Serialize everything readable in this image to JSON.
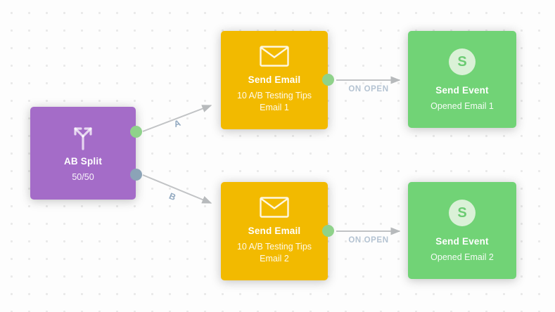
{
  "canvas": {
    "background": "#fdfdfd",
    "dot_color": "#e9e9e9"
  },
  "colors": {
    "split_node": "#a46cc8",
    "email_node": "#f2ba00",
    "event_node": "#71d376",
    "port_green": "#8fd28a",
    "port_gray": "#8ba3b7",
    "edge_line": "#c1c3c5",
    "branch_label": "#93aac1",
    "on_open_label": "#b4c3d2",
    "node_text": "#ffffff"
  },
  "nodes": {
    "ab_split": {
      "title": "AB Split",
      "subtitle": "50/50",
      "icon": "split-arrows-icon"
    },
    "email_1": {
      "title": "Send Email",
      "subtitle_line_1": "10 A/B Testing Tips",
      "subtitle_line_2": "Email 1",
      "icon": "envelope-icon"
    },
    "event_1": {
      "title": "Send Event",
      "subtitle": "Opened Email 1",
      "icon_letter": "S"
    },
    "email_2": {
      "title": "Send Email",
      "subtitle_line_1": "10 A/B Testing Tips",
      "subtitle_line_2": "Email 2",
      "icon": "envelope-icon"
    },
    "event_2": {
      "title": "Send Event",
      "subtitle": "Opened Email 2",
      "icon_letter": "S"
    }
  },
  "edges": {
    "branch_a": {
      "from": "ab_split",
      "to": "email_1",
      "label": "A"
    },
    "branch_b": {
      "from": "ab_split",
      "to": "email_2",
      "label": "B"
    },
    "open_1": {
      "from": "email_1",
      "to": "event_1",
      "label": "ON OPEN"
    },
    "open_2": {
      "from": "email_2",
      "to": "event_2",
      "label": "ON OPEN"
    }
  }
}
